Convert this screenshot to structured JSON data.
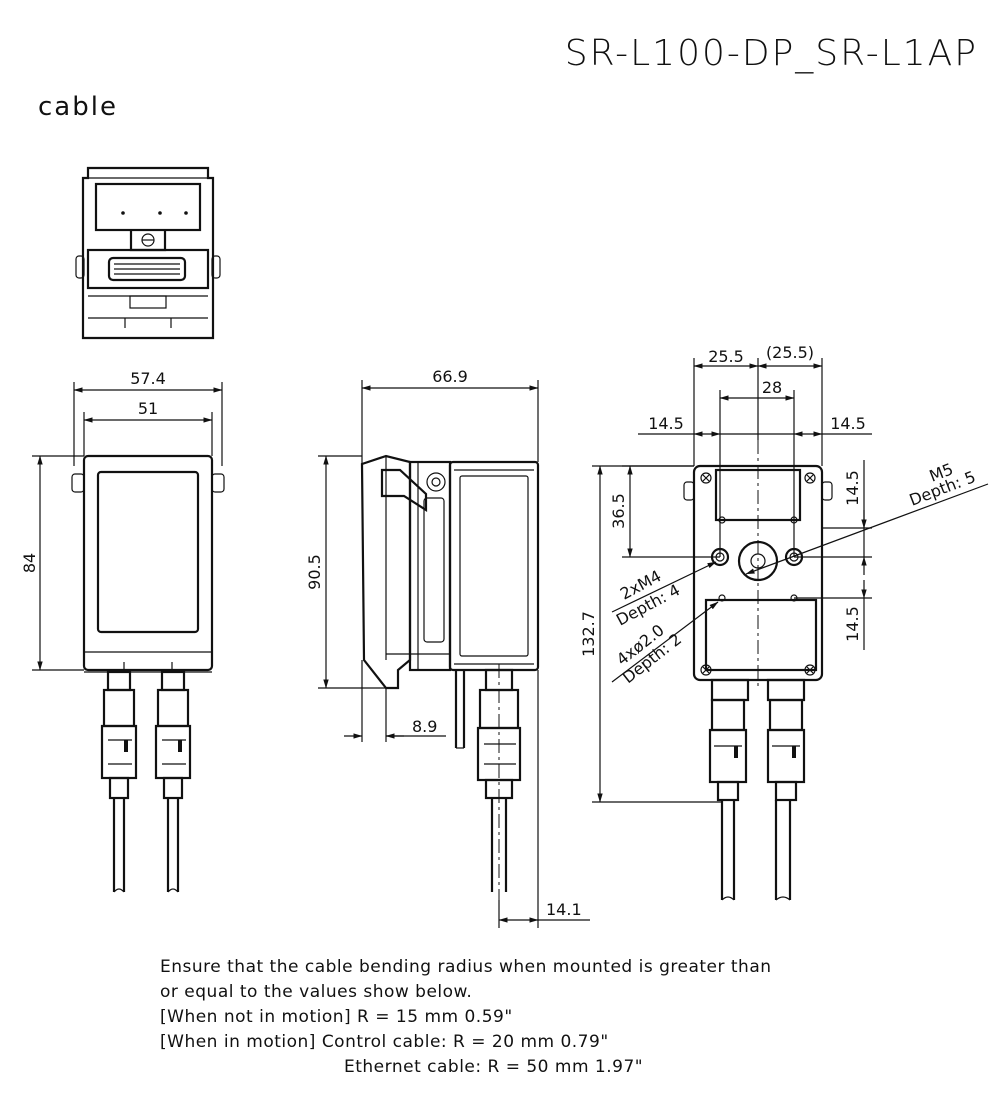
{
  "header": {
    "model": "SR-L100-DP_SR-L1AP",
    "variant": "cable"
  },
  "front_view": {
    "width_outer": "57.4",
    "width_inner": "51",
    "height": "84"
  },
  "side_view": {
    "depth": "66.9",
    "height": "90.5",
    "bracket_offset": "8.9",
    "cable_offset": "14.1"
  },
  "rear_view": {
    "half_width": "25.5",
    "half_width_ref": "(25.5)",
    "hole_spacing": "28",
    "left_margin": "14.5",
    "right_margin": "14.5",
    "top_offset": "36.5",
    "total_height": "132.7",
    "upper_pitch": "14.5",
    "lower_pitch": "14.5",
    "m5_label": "M5",
    "m5_depth": "Depth: 5",
    "m4_label": "2xM4",
    "m4_depth": "Depth: 4",
    "pin_label": "4xø2.0",
    "pin_depth": "Depth: 2"
  },
  "notes": [
    "Ensure that the cable bending radius when mounted is greater than",
    "or equal to the values show below.",
    "[When not in motion] R = 15 mm 0.59\"",
    "[When in motion] Control cable: R = 20 mm 0.79\"",
    "Ethernet cable: R = 50 mm 1.97\""
  ]
}
